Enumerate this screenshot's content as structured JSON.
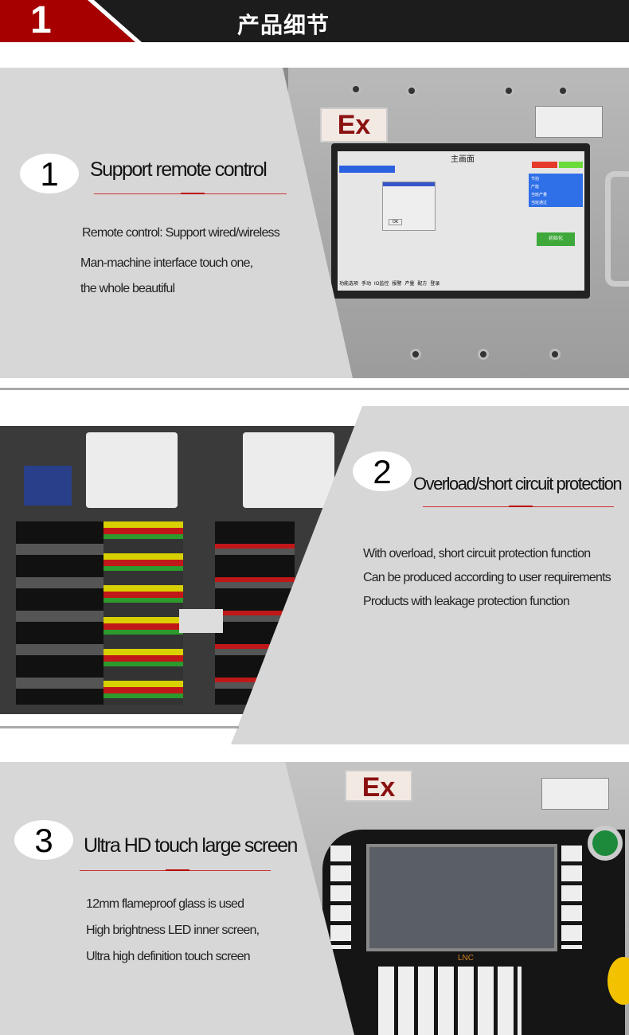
{
  "header": {
    "number": "1",
    "title": "产品细节"
  },
  "sections": [
    {
      "number": "1",
      "title": "Support remote control",
      "lines": [
        "Remote control: Support wired/wireless",
        "Man-machine interface touch one,",
        "the whole beautiful"
      ],
      "photo": {
        "badge": "Ex",
        "screen_title": "主画面",
        "dialog_ok": "OK",
        "bottom_tabs": [
          "功能选项",
          "手动",
          "IO监控",
          "报警",
          "产量",
          "配方",
          "登录"
        ],
        "button": "初始化",
        "stats": [
          "节拍",
          "产能",
          "当班产量",
          "当班通过"
        ]
      }
    },
    {
      "number": "2",
      "title": "Overload/short circuit protection",
      "lines": [
        "With overload, short circuit protection function",
        "Can be produced according to user requirements",
        "Products with leakage protection function"
      ]
    },
    {
      "number": "3",
      "title": "Ultra HD touch large screen",
      "lines": [
        "12mm flameproof glass is used",
        "High brightness LED inner screen,",
        "Ultra high definition touch screen"
      ],
      "photo": {
        "badge": "Ex",
        "brand": "LNC"
      }
    }
  ],
  "colors": {
    "header_bg": "#1c1c1c",
    "header_red": "#a60000",
    "panel": "#d8d7d7",
    "accent_line": "#cc3333"
  }
}
